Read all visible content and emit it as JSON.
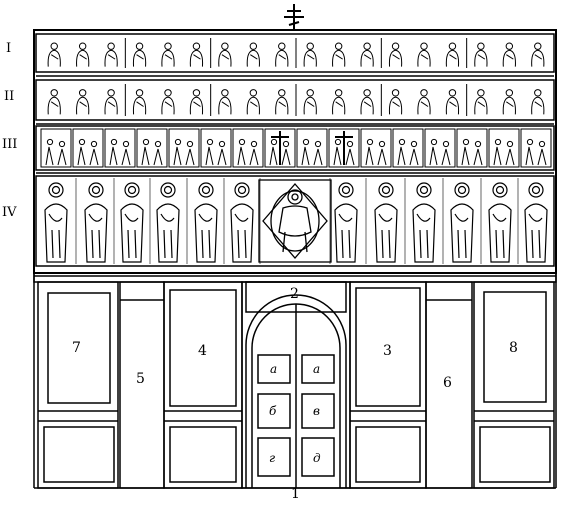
{
  "diagram": {
    "row_labels": [
      "I",
      "II",
      "III",
      "IV"
    ],
    "numbers": {
      "n1": "1",
      "n2": "2",
      "n3": "3",
      "n4": "4",
      "n5": "5",
      "n6": "6",
      "n7": "7",
      "n8": "8"
    },
    "door_letters": {
      "a_left": "а",
      "a_right": "а",
      "b": "б",
      "v": "в",
      "g": "г",
      "d": "д"
    },
    "top_symbol": "cross-icon"
  }
}
